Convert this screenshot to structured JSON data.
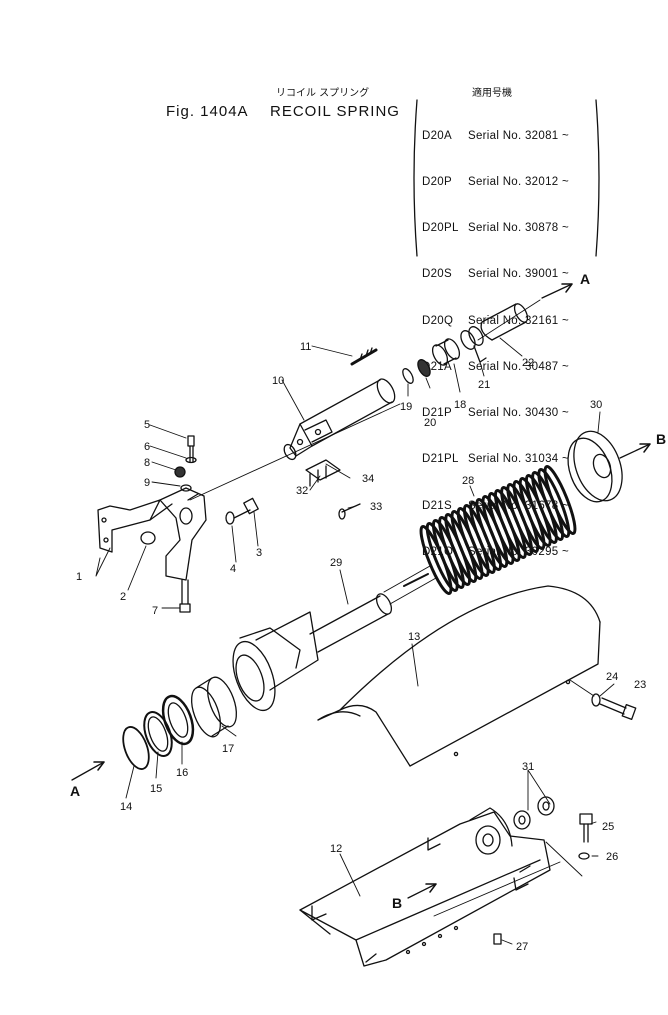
{
  "header": {
    "jp_title": "リコイル スプリング",
    "fig_no": "Fig. 1404A",
    "title": "RECOIL SPRING",
    "applicable_label": "適用号機",
    "serials": [
      {
        "model": "D20A",
        "serial": "Serial No. 32081 ~"
      },
      {
        "model": "D20P",
        "serial": "Serial No. 32012 ~"
      },
      {
        "model": "D20PL",
        "serial": "Serial No. 30878 ~"
      },
      {
        "model": "D20S",
        "serial": "Serial No. 39001 ~"
      },
      {
        "model": "D20Q",
        "serial": "Serial No. 32161 ~"
      },
      {
        "model": "D21A",
        "serial": "Serial No. 30487 ~"
      },
      {
        "model": "D21P",
        "serial": "Serial No. 30430 ~"
      },
      {
        "model": "D21PL",
        "serial": "Serial No. 31034 ~"
      },
      {
        "model": "D21S",
        "serial": "Serial No. 31678 ~"
      },
      {
        "model": "D21Q",
        "serial": "Serial No. 30295 ~"
      }
    ]
  },
  "callouts": [
    "1",
    "2",
    "3",
    "4",
    "5",
    "6",
    "8",
    "9",
    "7",
    "10",
    "11",
    "12",
    "13",
    "14",
    "15",
    "16",
    "17",
    "18",
    "19",
    "20",
    "21",
    "22",
    "23",
    "24",
    "25",
    "26",
    "27",
    "28",
    "29",
    "30",
    "31",
    "32",
    "33",
    "34"
  ],
  "markers": {
    "a": "A",
    "b": "B"
  }
}
